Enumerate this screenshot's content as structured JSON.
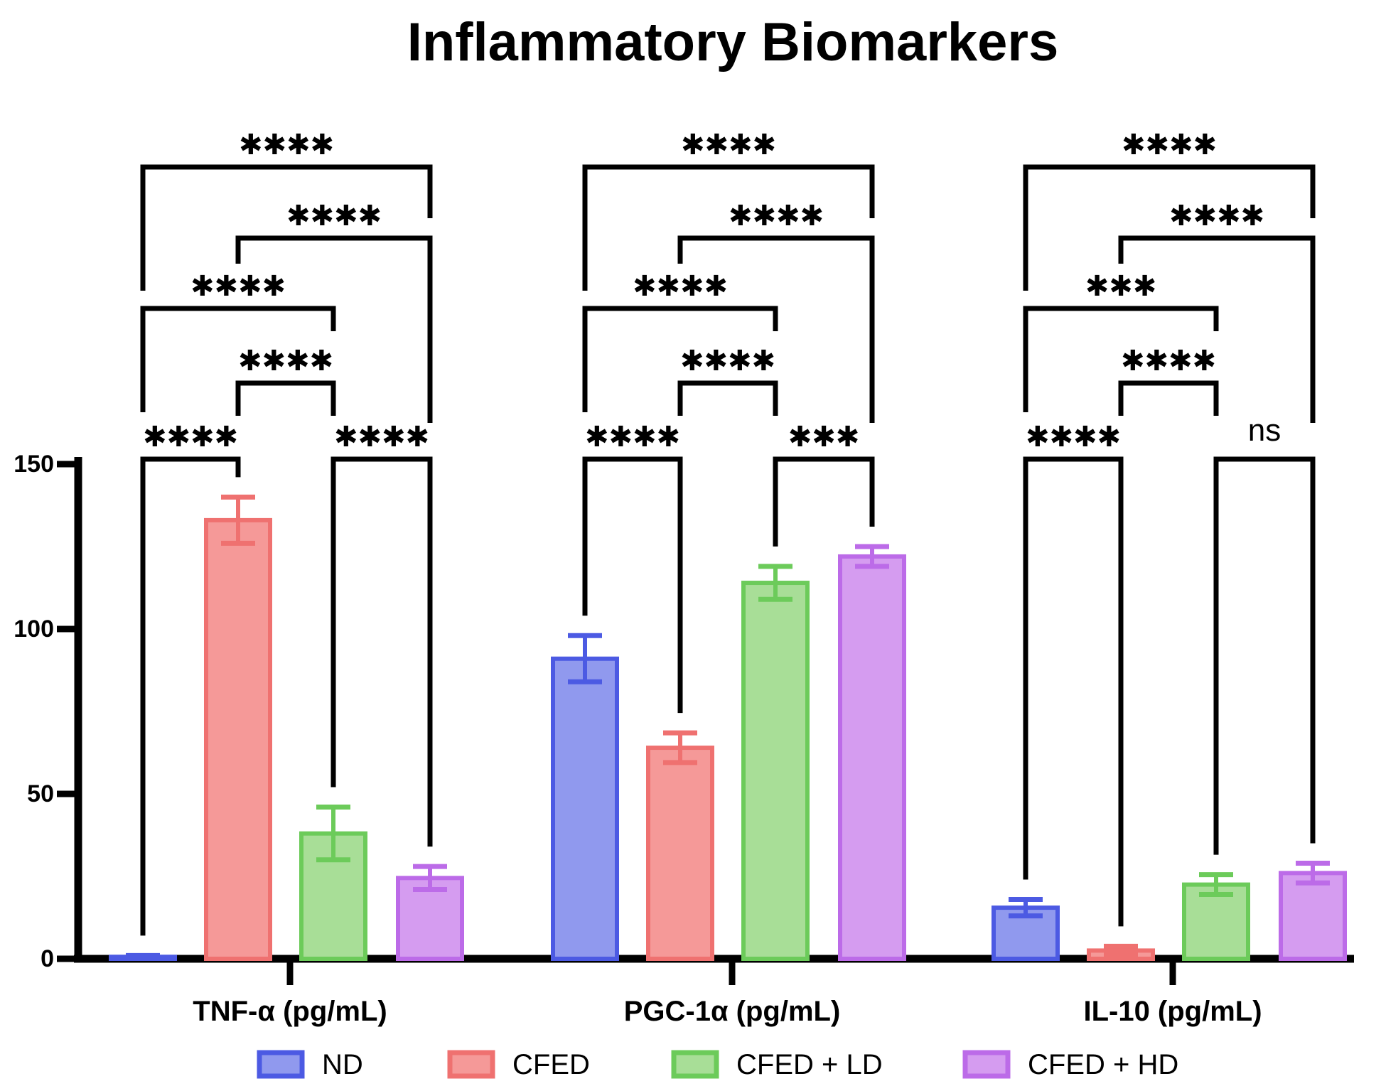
{
  "title": "Inflammatory Biomarkers",
  "chart_data": {
    "type": "bar",
    "title": "Inflammatory Biomarkers",
    "xlabel": "",
    "ylabel": "",
    "ylim": [
      0,
      150
    ],
    "yticks": [
      0,
      50,
      100,
      150
    ],
    "grid": false,
    "legend_position": "bottom",
    "categories": [
      "TNF-α (pg/mL)",
      "PGC-1α (pg/mL)",
      "IL-10 (pg/mL)"
    ],
    "series": [
      {
        "name": "ND",
        "fill": "#9099EE",
        "border": "#4C5AE3",
        "values": [
          0.6,
          91,
          15.5
        ],
        "sem": [
          0.4,
          7,
          2.5
        ]
      },
      {
        "name": "CFED",
        "fill": "#F59998",
        "border": "#EF7170",
        "values": [
          133,
          64,
          2.5
        ],
        "sem": [
          7,
          4.5,
          1.3
        ]
      },
      {
        "name": "CFED + LD",
        "fill": "#A8DE97",
        "border": "#6CCB5A",
        "values": [
          38,
          114,
          22.5
        ],
        "sem": [
          8,
          5,
          3
        ]
      },
      {
        "name": "CFED + HD",
        "fill": "#D59CF0",
        "border": "#BC6BE8",
        "values": [
          24.5,
          122,
          26
        ],
        "sem": [
          3.5,
          3,
          3
        ]
      }
    ],
    "significance": [
      {
        "group": 0,
        "pair": [
          0,
          3
        ],
        "level": 0,
        "label": "****"
      },
      {
        "group": 0,
        "pair": [
          1,
          3
        ],
        "level": 1,
        "label": "****"
      },
      {
        "group": 0,
        "pair": [
          0,
          2
        ],
        "level": 2,
        "label": "****"
      },
      {
        "group": 0,
        "pair": [
          1,
          2
        ],
        "level": 3,
        "label": "****"
      },
      {
        "group": 0,
        "pair": [
          0,
          1
        ],
        "level": 4,
        "label": "****"
      },
      {
        "group": 0,
        "pair": [
          2,
          3
        ],
        "level": 4,
        "label": "****"
      },
      {
        "group": 1,
        "pair": [
          0,
          3
        ],
        "level": 0,
        "label": "****"
      },
      {
        "group": 1,
        "pair": [
          1,
          3
        ],
        "level": 1,
        "label": "****"
      },
      {
        "group": 1,
        "pair": [
          0,
          2
        ],
        "level": 2,
        "label": "****"
      },
      {
        "group": 1,
        "pair": [
          1,
          2
        ],
        "level": 3,
        "label": "****"
      },
      {
        "group": 1,
        "pair": [
          0,
          1
        ],
        "level": 4,
        "label": "****"
      },
      {
        "group": 1,
        "pair": [
          2,
          3
        ],
        "level": 4,
        "label": "***"
      },
      {
        "group": 2,
        "pair": [
          0,
          3
        ],
        "level": 0,
        "label": "****"
      },
      {
        "group": 2,
        "pair": [
          1,
          3
        ],
        "level": 1,
        "label": "****"
      },
      {
        "group": 2,
        "pair": [
          0,
          2
        ],
        "level": 2,
        "label": "***"
      },
      {
        "group": 2,
        "pair": [
          1,
          2
        ],
        "level": 3,
        "label": "****"
      },
      {
        "group": 2,
        "pair": [
          0,
          1
        ],
        "level": 4,
        "label": "****"
      },
      {
        "group": 2,
        "pair": [
          2,
          3
        ],
        "level": 4,
        "label": "ns"
      }
    ],
    "colors": {
      "axis": "#000000",
      "significance": "#000000",
      "text": "#000000",
      "background": "#ffffff"
    }
  }
}
